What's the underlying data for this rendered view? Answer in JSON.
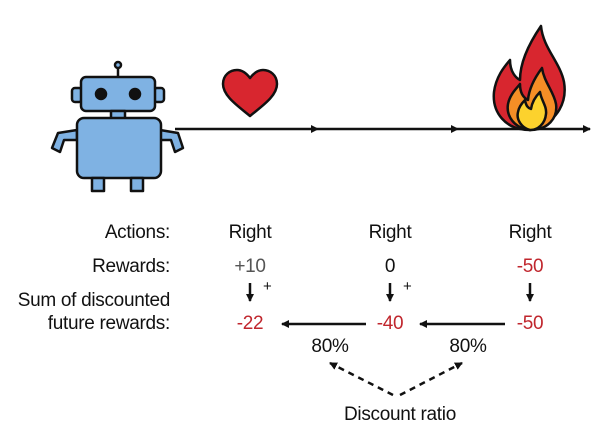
{
  "labels": {
    "actions": "Actions:",
    "rewards": "Rewards:",
    "sum_line1": "Sum of discounted",
    "sum_line2": "future rewards:"
  },
  "steps": [
    {
      "action": "Right",
      "reward": "+10",
      "discounted": "-22",
      "icon": "heart-icon"
    },
    {
      "action": "Right",
      "reward": "0",
      "discounted": "-40",
      "icon": "none"
    },
    {
      "action": "Right",
      "reward": "-50",
      "discounted": "-50",
      "icon": "fire-icon"
    }
  ],
  "plus_signs": [
    "+",
    "+"
  ],
  "discounts": [
    "80%",
    "80%"
  ],
  "discount_caption": "Discount ratio",
  "colors": {
    "robot_body": "#7fb2e3",
    "outline": "#111111",
    "heart": "#d8262f",
    "fire_outer": "#d8262f",
    "fire_mid": "#f58e26",
    "fire_inner": "#fcd22d",
    "negative_text": "#c0262d",
    "positive_text": "#555555"
  }
}
